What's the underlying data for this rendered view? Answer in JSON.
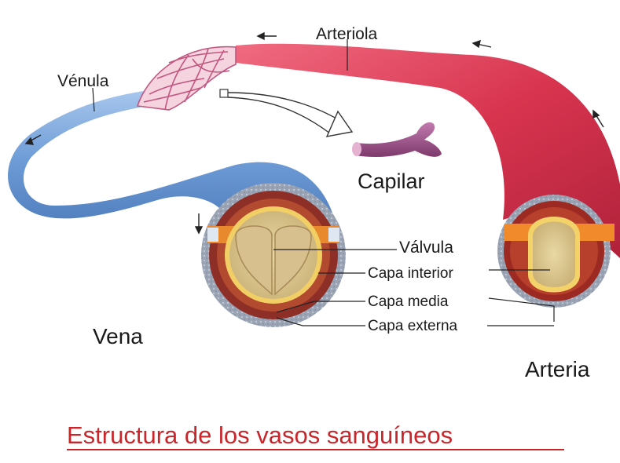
{
  "title": "Estructura de los vasos sanguíneos",
  "labels": {
    "arteriola": "Arteriola",
    "venula": "Vénula",
    "capilar": "Capilar",
    "valvula": "Válvula",
    "capa_interior": "Capa interior",
    "capa_media": "Capa media",
    "capa_externa": "Capa externa",
    "vena": "Vena",
    "arteria": "Arteria"
  },
  "colors": {
    "artery": "#d8344f",
    "vein": "#6d9bd6",
    "title": "#c8262a",
    "capillary": "#9e4a86"
  }
}
